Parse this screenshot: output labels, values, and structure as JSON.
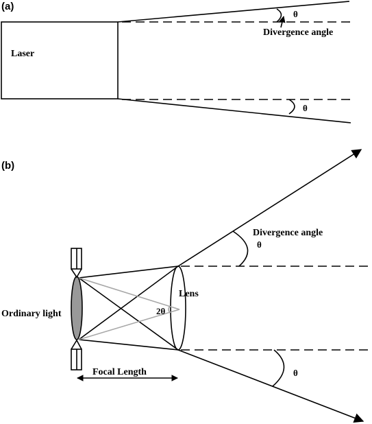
{
  "panel_a": {
    "label": "(a)",
    "laser_label": "Laser",
    "theta_top": "θ",
    "theta_bottom": "θ",
    "divergence_label": "Divergence angle"
  },
  "panel_b": {
    "label": "(b)",
    "divergence_label": "Divergence angle",
    "theta_top": "θ",
    "theta_bottom": "θ",
    "two_theta": "2θ",
    "lens_label": "Lens",
    "source_label": "Ordinary light",
    "focal_label": "Focal Length"
  }
}
